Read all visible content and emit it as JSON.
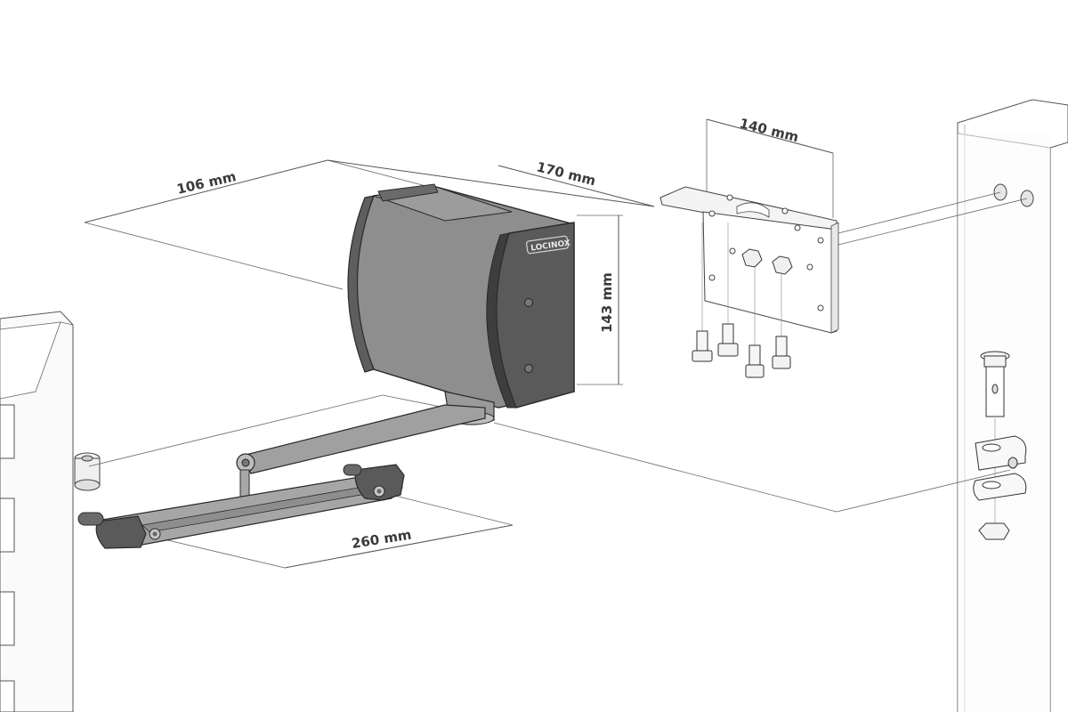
{
  "brand": "LOCINOX",
  "dimensions": {
    "depth": "106 mm",
    "width": "170 mm",
    "height": "143 mm",
    "bracket_width": "140 mm",
    "arm_length": "260 mm"
  },
  "colors": {
    "housing": "#8e8e8e",
    "housing_dark": "#6e6e6e",
    "end_cap": "#5a5a5a",
    "outline": "#2a2a2a",
    "background": "#ffffff"
  }
}
